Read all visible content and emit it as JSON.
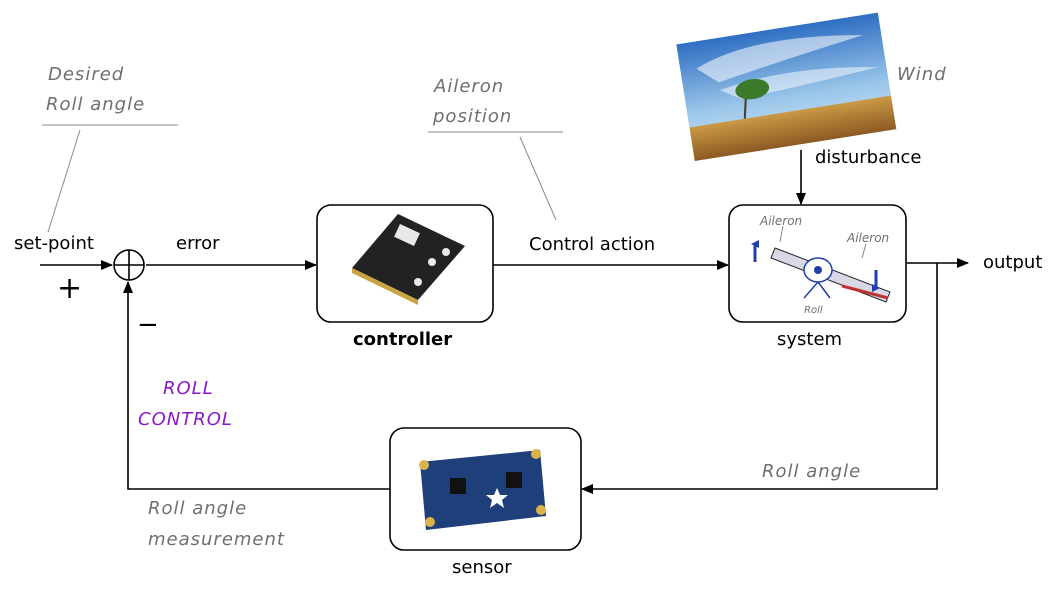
{
  "annotations": {
    "desired_line1": "Desired",
    "desired_line2": "Roll angle",
    "aileron_line1": "Aileron",
    "aileron_line2": "position",
    "wind": "Wind",
    "roll_control_line1": "ROLL",
    "roll_control_line2": "CONTROL",
    "roll_angle": "Roll angle",
    "measurement_line1": "Roll angle",
    "measurement_line2": "measurement"
  },
  "signals": {
    "set_point": "set-point",
    "error": "error",
    "control_action": "Control action",
    "disturbance": "disturbance",
    "output": "output",
    "plus": "+",
    "minus": "−"
  },
  "blocks": {
    "controller": "controller",
    "system": "system",
    "sensor": "sensor"
  },
  "airplane": {
    "aileron_left": "Aileron",
    "aileron_right": "Aileron",
    "roll": "Roll"
  },
  "colors": {
    "handwriting": "#6f6f6f",
    "roll_control": "#8a17c9",
    "controller_board": "#222222",
    "sensor_board": "#1f3f7a",
    "arrow_blue": "#1f3fa8"
  }
}
